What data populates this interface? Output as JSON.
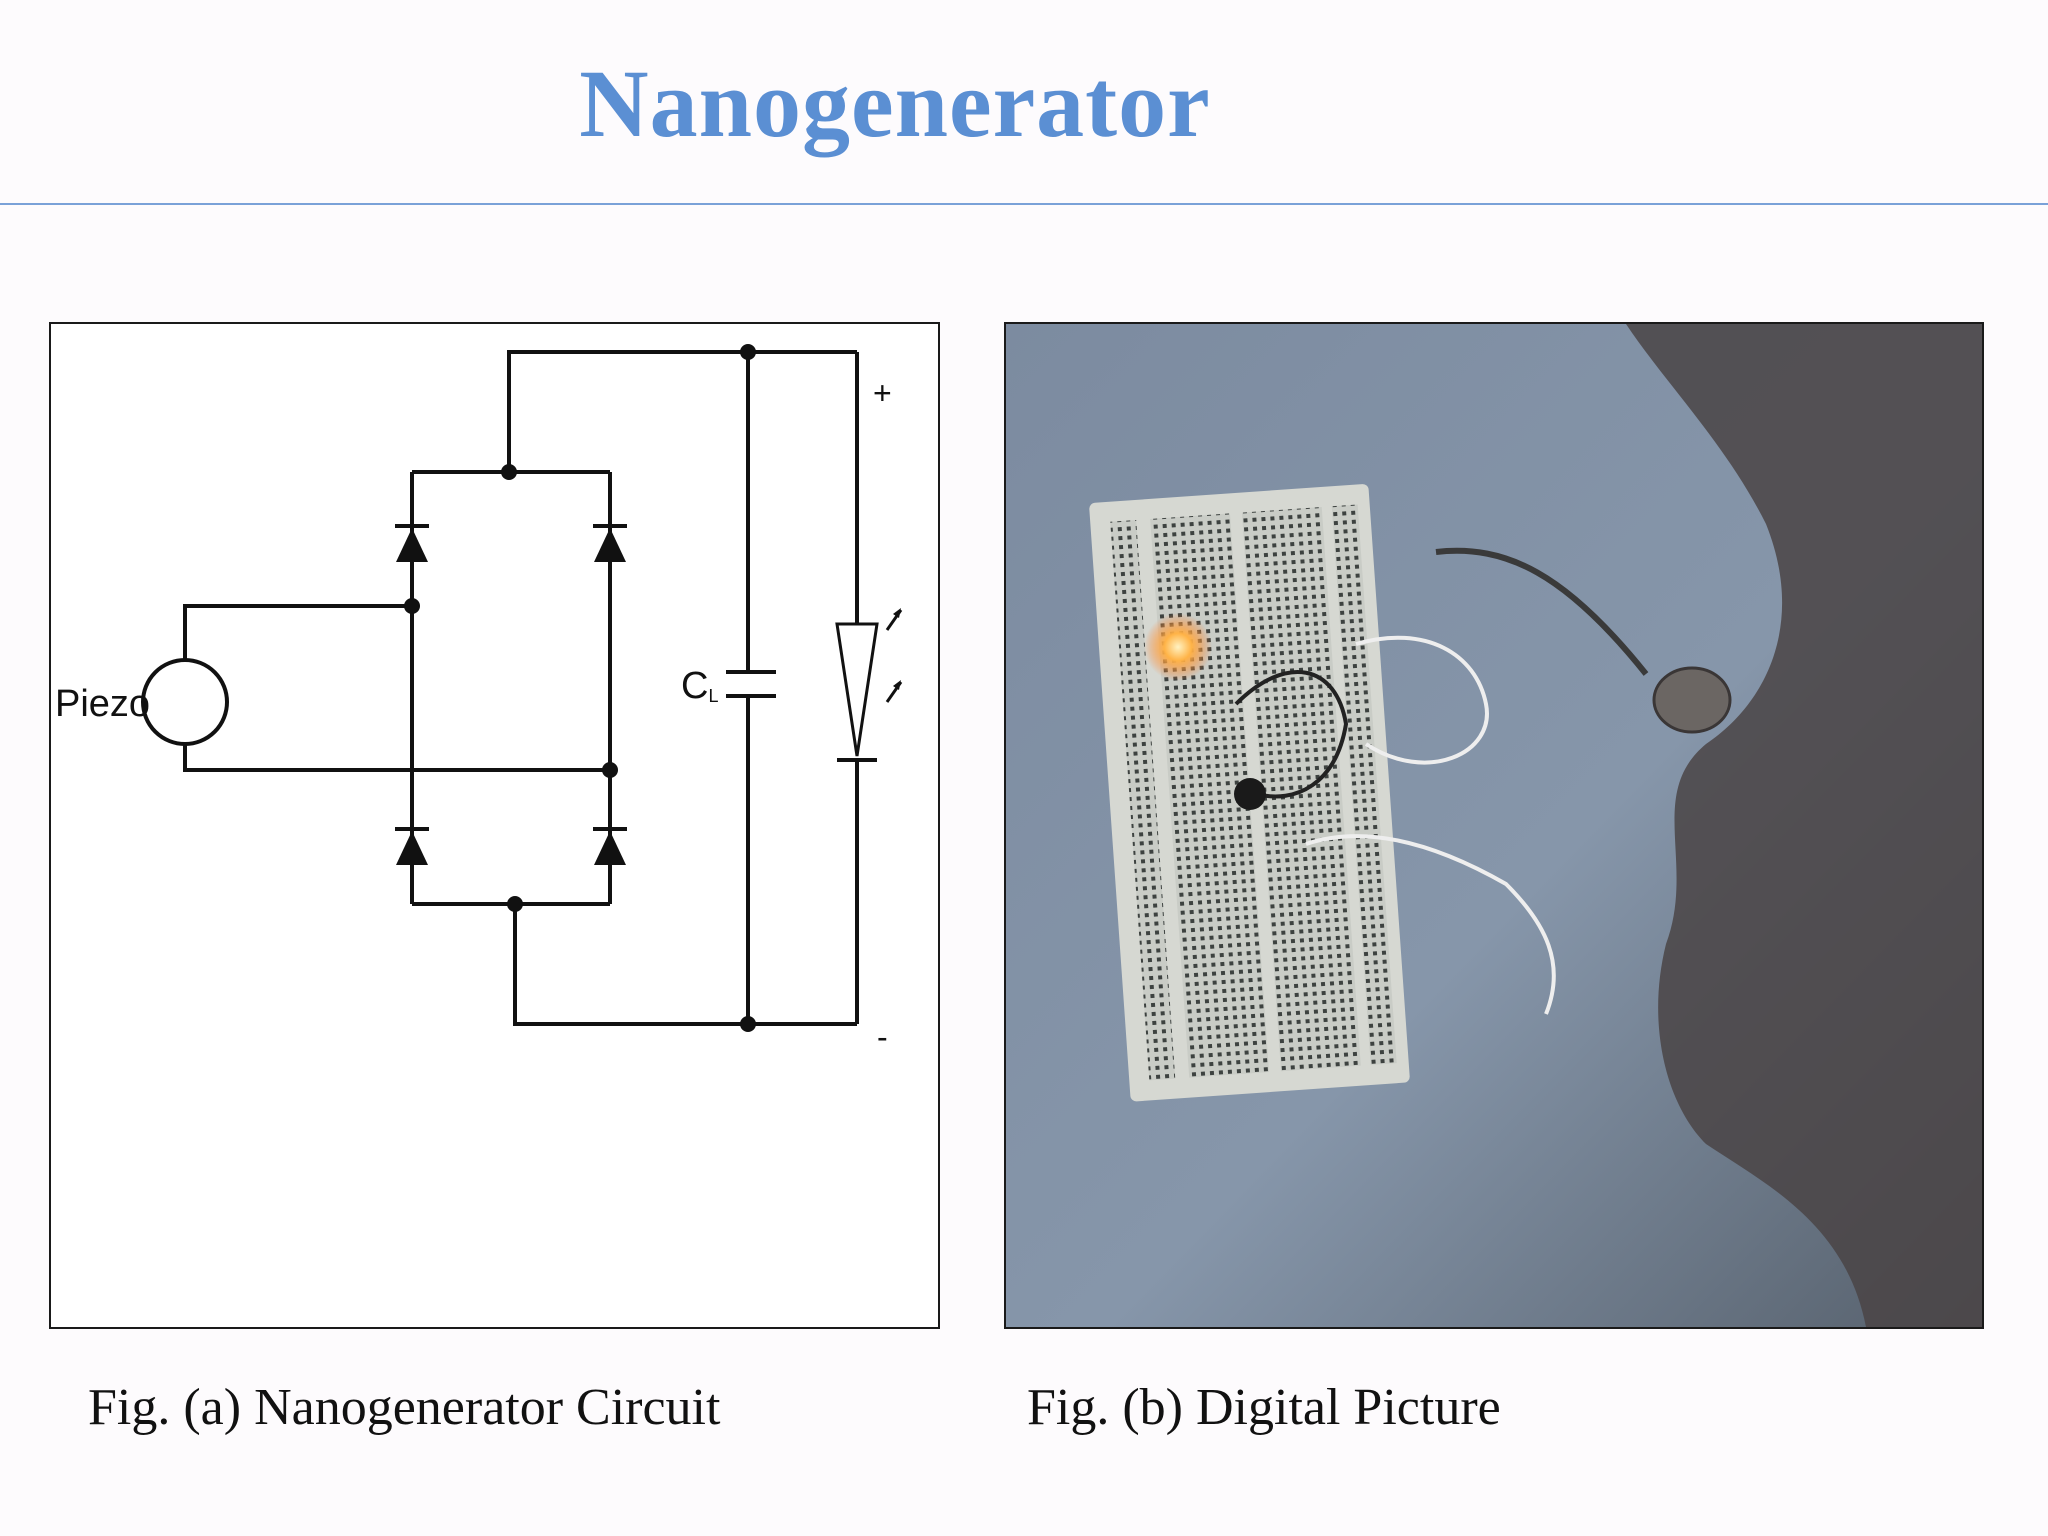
{
  "slide": {
    "title": "Nanogenerator"
  },
  "figure_a": {
    "caption": "Fig. (a) Nanogenerator Circuit",
    "labels": {
      "source": "Piezo",
      "capacitor": "C",
      "capacitor_subscript": "L",
      "positive": "+",
      "negative": "-"
    }
  },
  "figure_b": {
    "caption": "Fig. (b) Digital Picture"
  },
  "colors": {
    "title": "#5b8fd3",
    "rule": "#7aa1d8",
    "led_glow": "#ffb347"
  }
}
